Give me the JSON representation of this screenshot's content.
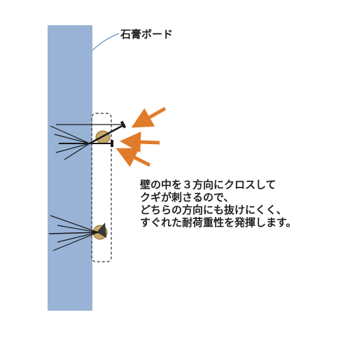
{
  "wall_label": "石膏ボード",
  "description_lines": [
    "壁の中を３方向にクロスして",
    "クギが刺さるので、",
    "どちらの方向にも抜けにくく、",
    "すぐれた耐荷重性を発揮します。"
  ],
  "colors": {
    "wall": "#98b3d6",
    "arrow": "#e07b2a",
    "nail": "#1a1a1a",
    "hanger_outline": "#555555",
    "pointer_line": "#4a7ab5"
  }
}
